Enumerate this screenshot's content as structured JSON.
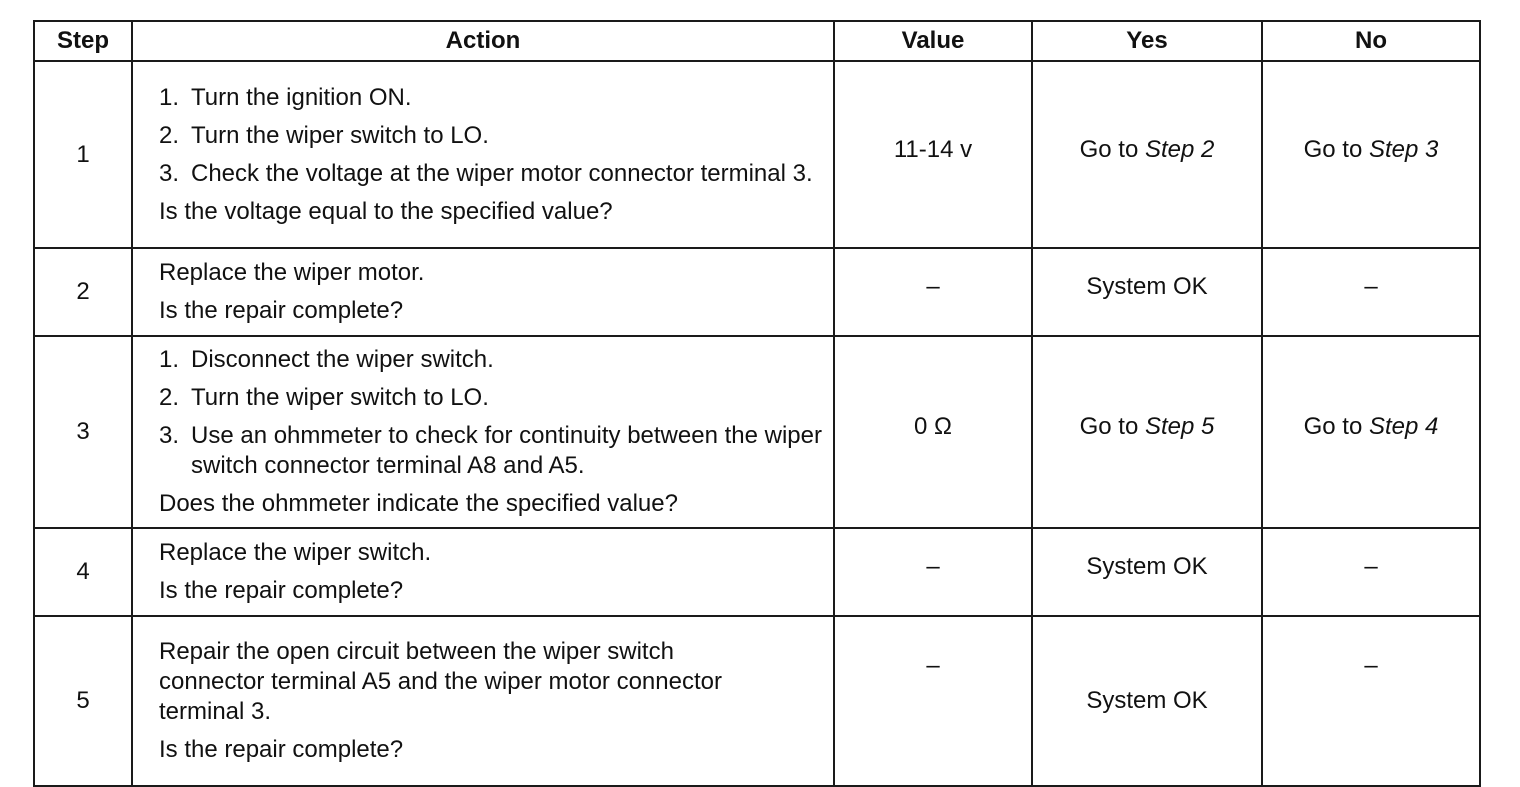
{
  "table": {
    "headers": [
      "Step",
      "Action",
      "Value",
      "Yes",
      "No"
    ],
    "rows": [
      {
        "step": "1",
        "items": [
          {
            "num": "1.",
            "text": "Turn the ignition ON."
          },
          {
            "num": "2.",
            "text": "Turn the wiper switch to LO."
          },
          {
            "num": "3.",
            "text": "Check the voltage at the wiper motor connector terminal 3."
          }
        ],
        "question": "Is the voltage equal to the specified value?",
        "value": "11-14 v",
        "yes_prefix": "Go to ",
        "yes_step": "Step 2",
        "no_prefix": "Go to ",
        "no_step": "Step 3"
      },
      {
        "step": "2",
        "lines": [
          "Replace the wiper motor."
        ],
        "question": "Is the repair complete?",
        "value": "–",
        "yes": "System OK",
        "no": "–"
      },
      {
        "step": "3",
        "items": [
          {
            "num": "1.",
            "text": "Disconnect the wiper switch."
          },
          {
            "num": "2.",
            "text": "Turn the wiper switch to LO."
          },
          {
            "num": "3.",
            "text": "Use an ohmmeter to check for continuity between the wiper switch connector terminal A8 and A5."
          }
        ],
        "question": "Does the ohmmeter indicate the specified value?",
        "value": "0 Ω",
        "yes_prefix": "Go to ",
        "yes_step": "Step 5",
        "no_prefix": "Go to ",
        "no_step": "Step 4"
      },
      {
        "step": "4",
        "lines": [
          "Replace the wiper switch."
        ],
        "question": "Is the repair complete?",
        "value": "–",
        "yes": "System OK",
        "no": "–"
      },
      {
        "step": "5",
        "lines": [
          "Repair the open circuit between the wiper switch connector terminal A5 and the wiper motor connector terminal 3."
        ],
        "question": "Is the repair complete?",
        "value": "–",
        "yes": "System OK",
        "no": "–"
      }
    ]
  }
}
